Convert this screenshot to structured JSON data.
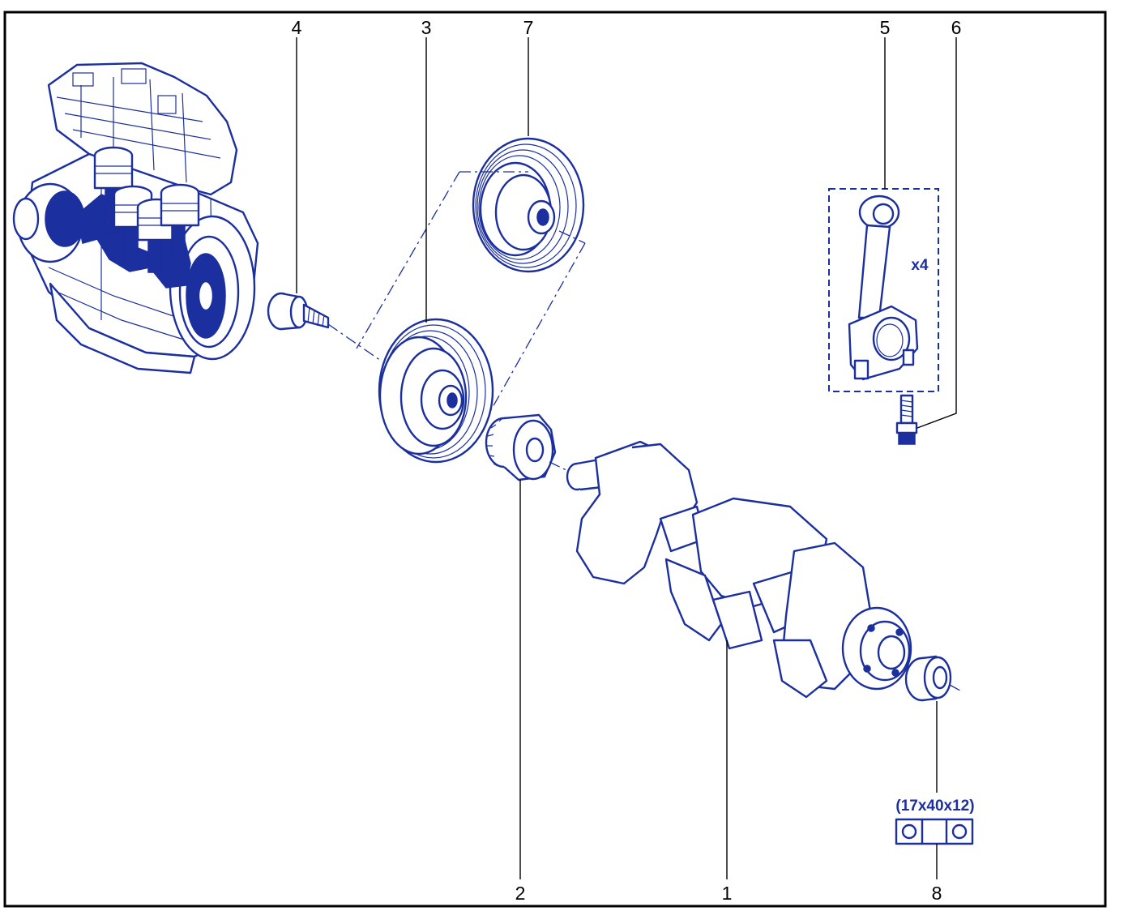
{
  "callouts": {
    "c1": "1",
    "c2": "2",
    "c3": "3",
    "c4": "4",
    "c5": "5",
    "c6": "6",
    "c7": "7",
    "c8": "8"
  },
  "annotations": {
    "quantity": "x4",
    "seal_size": "(17x40x12)"
  },
  "colors": {
    "line_art": "#1c2f9e",
    "callout": "#000000",
    "background": "#ffffff"
  }
}
